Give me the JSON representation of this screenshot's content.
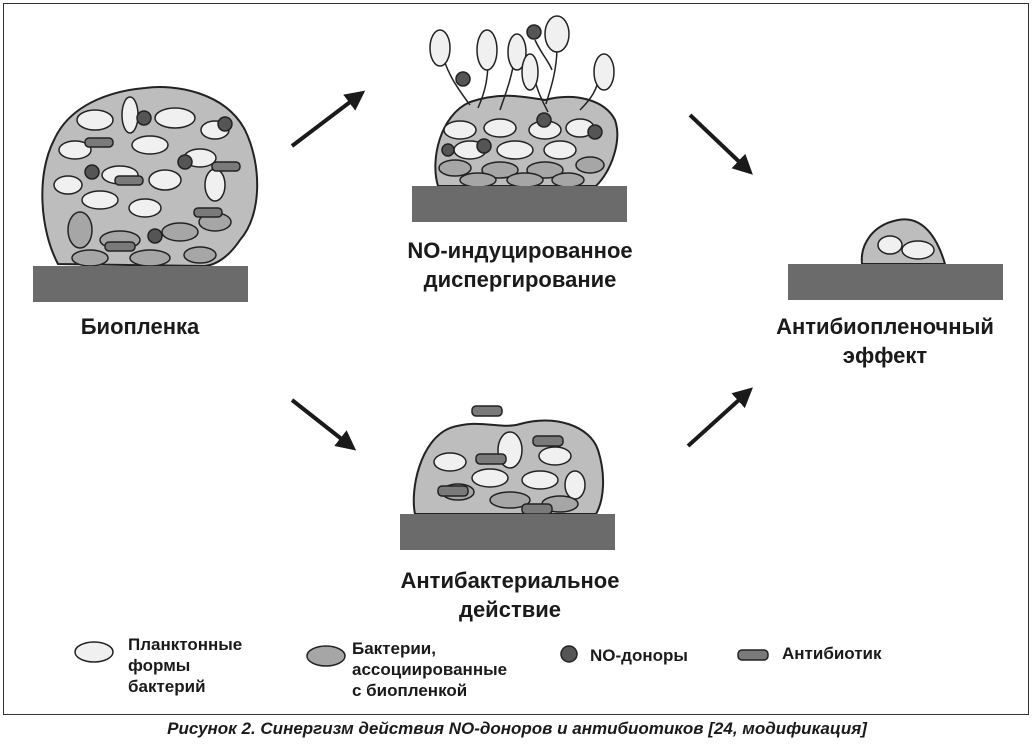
{
  "stages": {
    "biofilm": "Биопленка",
    "dispersal_line1": "NO-индуцированное",
    "dispersal_line2": "диспергирование",
    "antibacterial_line1": "Антибактериальное",
    "antibacterial_line2": "действие",
    "effect_line1": "Антибиопленочный",
    "effect_line2": "эффект"
  },
  "legend": {
    "planktonic_line1": "Планктонные",
    "planktonic_line2": "формы",
    "planktonic_line3": "бактерий",
    "biofilm_bacteria_line1": "Бактерии,",
    "biofilm_bacteria_line2": "ассоциированные",
    "biofilm_bacteria_line3": "с биопленкой",
    "no_donors": "NO-доноры",
    "antibiotic": "Антибиотик"
  },
  "caption": "Рисунок 2. Синергизм действия NO-доноров и антибиотиков [24, модификация]",
  "colors": {
    "surface": "#6b6b6b",
    "matrix": "#bdbdbd",
    "planktonic": "#f0f0f0",
    "associated": "#a6a6a6",
    "no_donor": "#555555",
    "antibiotic": "#7a7a7a",
    "outline": "#222222"
  }
}
